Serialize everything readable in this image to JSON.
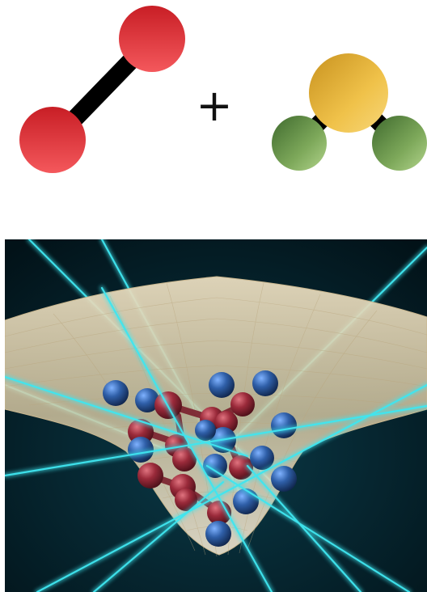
{
  "top_panel": {
    "operator": "+",
    "molecule_left": {
      "kind": "diatomic",
      "atoms": 2,
      "atom_color": "#e0333a"
    },
    "molecule_right": {
      "kind": "triatomic",
      "atoms": 3,
      "central_atom_color": "#e8b43a",
      "outer_atom_color": "#6e9a4e"
    },
    "bond_color": "#000000"
  },
  "bottom_panel": {
    "background_color": "#03202b",
    "surface_color": "#d9c9a3",
    "beam_color": "#3fe6f0",
    "cluster_atom_colors": [
      "#2f5fa8",
      "#9a2a3a"
    ]
  }
}
